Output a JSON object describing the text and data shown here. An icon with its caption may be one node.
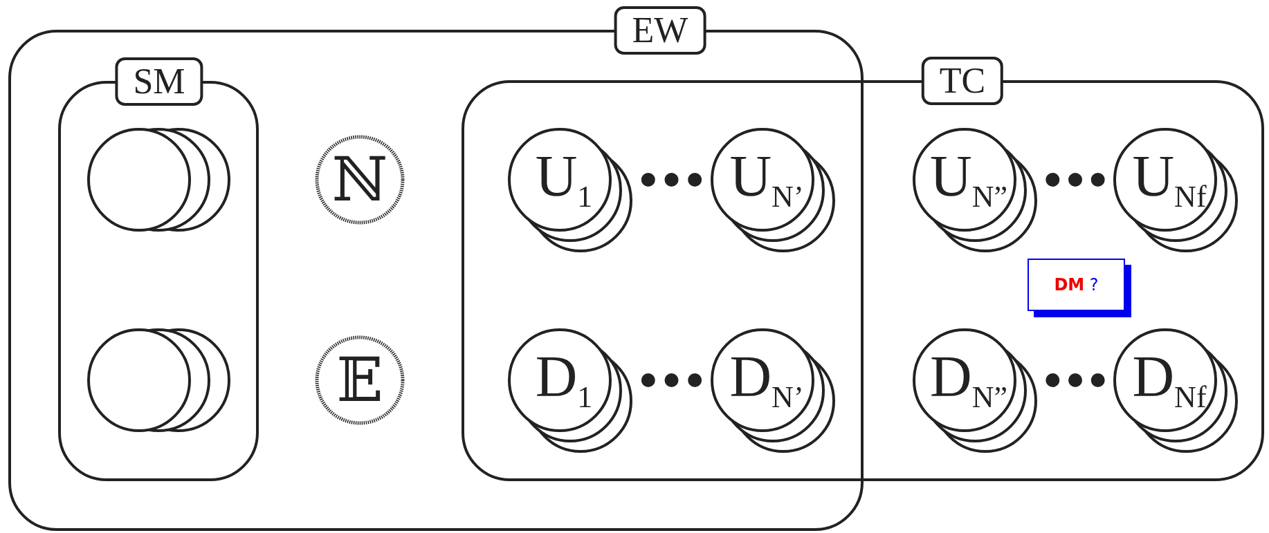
{
  "diagram": {
    "nodes": [
      {
        "text": [
          "EW"
        ]
      },
      {
        "text": [
          "SM"
        ],
        "in": 0
      },
      {
        "text": [
          "TC"
        ]
      },
      {
        "text": [],
        "shape": "circle",
        "in": 1
      },
      {
        "text": [
          "ℕ"
        ],
        "in": 0
      },
      {
        "text": [
          "U$_{1}$"
        ]
      },
      {
        "text": [
          "U$_{N’}$"
        ]
      },
      {
        "text": [
          "U$_{N”}$"
        ],
        "in": 2
      },
      {
        "text": [
          "U$_{N}$$_{f}$"
        ],
        "in": 2
      },
      {
        "text": [
          "**DM** ?"
        ],
        "in": 2
      },
      {
        "text": [],
        "shape": "circle",
        "in": 1
      },
      {
        "text": [
          "𝔼"
        ],
        "in": 0
      },
      {
        "text": [
          "D$_{1}$"
        ]
      },
      {
        "text": [
          "D$_{N’}$"
        ]
      },
      {
        "text": [
          "D$_{N”}$"
        ],
        "in": 2
      },
      {
        "text": [
          "D$_{N}$$_{f}$"
        ],
        "in": 2
      }
    ]
  }
}
